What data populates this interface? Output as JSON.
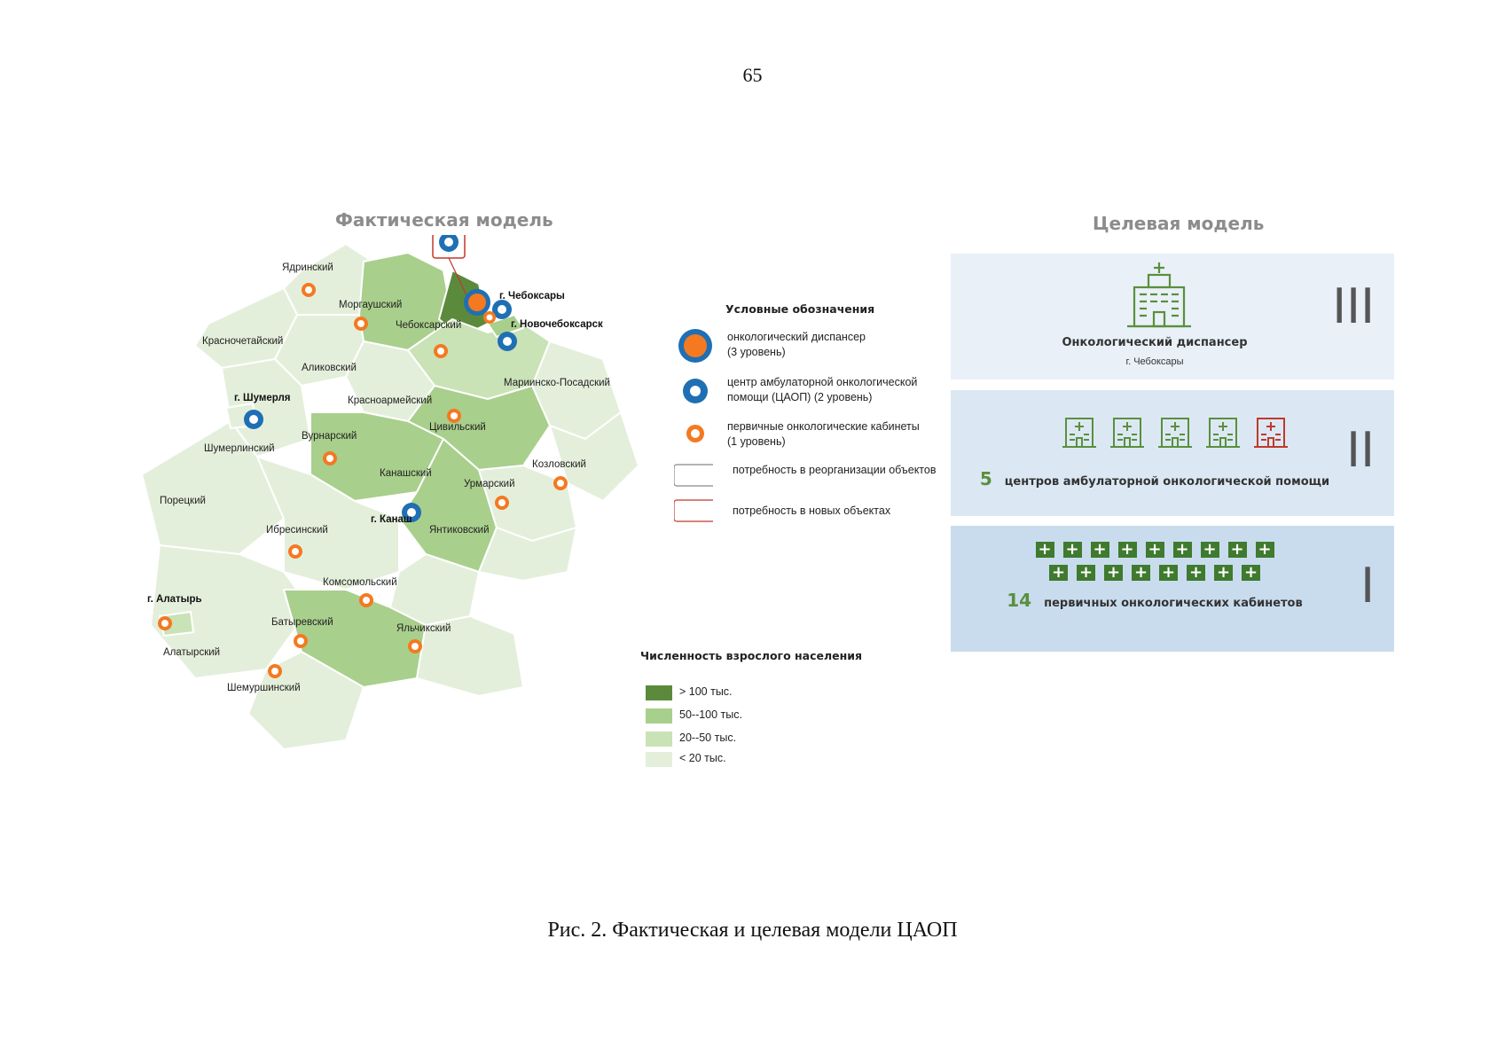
{
  "page_number": "65",
  "caption": "Рис. 2. Фактическая и целевая модели ЦАОП",
  "actual_model": {
    "title": "Фактическая модель",
    "districts": [
      "Ядринский",
      "Моргаушский",
      "Красночетайский",
      "Аликовский",
      "Чебоксарский",
      "Мариинско-Посадский",
      "Красноармейский",
      "Цивильский",
      "Шумерлинский",
      "Вурнарский",
      "Канашский",
      "Козловский",
      "Урмарский",
      "Порецкий",
      "Ибресинский",
      "Янтиковский",
      "Комсомольский",
      "Алатырский",
      "Батыревский",
      "Яльчикский",
      "Шемуршинский"
    ],
    "cities": [
      "г. Чебоксары",
      "г. Новочебоксарск",
      "г. Шумерля",
      "г. Канаш",
      "г. Алатырь"
    ],
    "legend": {
      "heading": "Условные обозначения",
      "items": [
        {
          "label": "онкологический диспансер",
          "sub": "(3 уровень)"
        },
        {
          "label": "центр амбулаторной онкологической помощи (ЦАОП)",
          "sub": "(2 уровень)"
        },
        {
          "label": "первичные онкологические кабинеты",
          "sub": "(1 уровень)"
        },
        {
          "label": "потребность в реорганизации объектов",
          "sub": ""
        },
        {
          "label": "потребность в новых объектах",
          "sub": ""
        }
      ]
    },
    "population_legend": {
      "heading": "Численность взрослого населения",
      "items": [
        {
          "label": "> 100 тыс.",
          "color": "#5b8a3c"
        },
        {
          "label": "50--100 тыс.",
          "color": "#a9cf8c"
        },
        {
          "label": "20--50 тыс.",
          "color": "#c9e2b6"
        },
        {
          "label": "< 20 тыс.",
          "color": "#e4efdb"
        }
      ]
    },
    "colors": {
      "dispensary": "#f47920",
      "caop_ring": "#1f6fb4",
      "cabinet_ring": "#f47920",
      "new_object_border": "#c0392b"
    }
  },
  "target_model": {
    "title": "Целевая модель",
    "tiers": [
      {
        "roman": "III",
        "title": "Онкологический диспансер",
        "sub": "г. Чебоксары",
        "icon": "hospital-icon",
        "bg": "#e9f0f8"
      },
      {
        "roman": "II",
        "count": "5",
        "title": "центров амбулаторной онкологической помощи",
        "icons_green": 4,
        "icons_red": 1,
        "bg": "#dbe8f4"
      },
      {
        "roman": "I",
        "count": "14",
        "title": "первичных онкологических кабинетов",
        "plus_row1": 9,
        "plus_row2": 8,
        "bg": "#c9dcee"
      }
    ],
    "colors": {
      "green": "#5a8f3c",
      "red": "#c0392b",
      "plus": "#3f7a2e"
    }
  }
}
